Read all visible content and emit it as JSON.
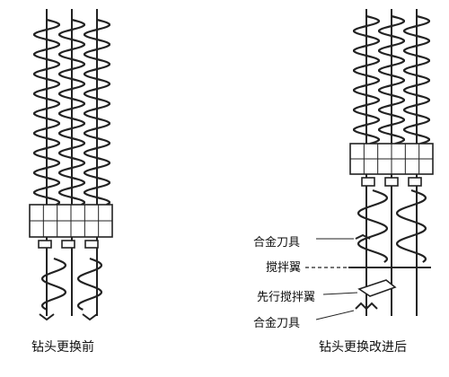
{
  "left_figure": {
    "caption": "钻头更换前"
  },
  "right_figure": {
    "caption": "钻头更换改进后",
    "labels": {
      "alloy_tool_upper": "合金刀具",
      "mixing_wing": "搅拌翼",
      "lead_mixing_wing": "先行搅拌翼",
      "alloy_tool_lower": "合金刀具"
    }
  }
}
